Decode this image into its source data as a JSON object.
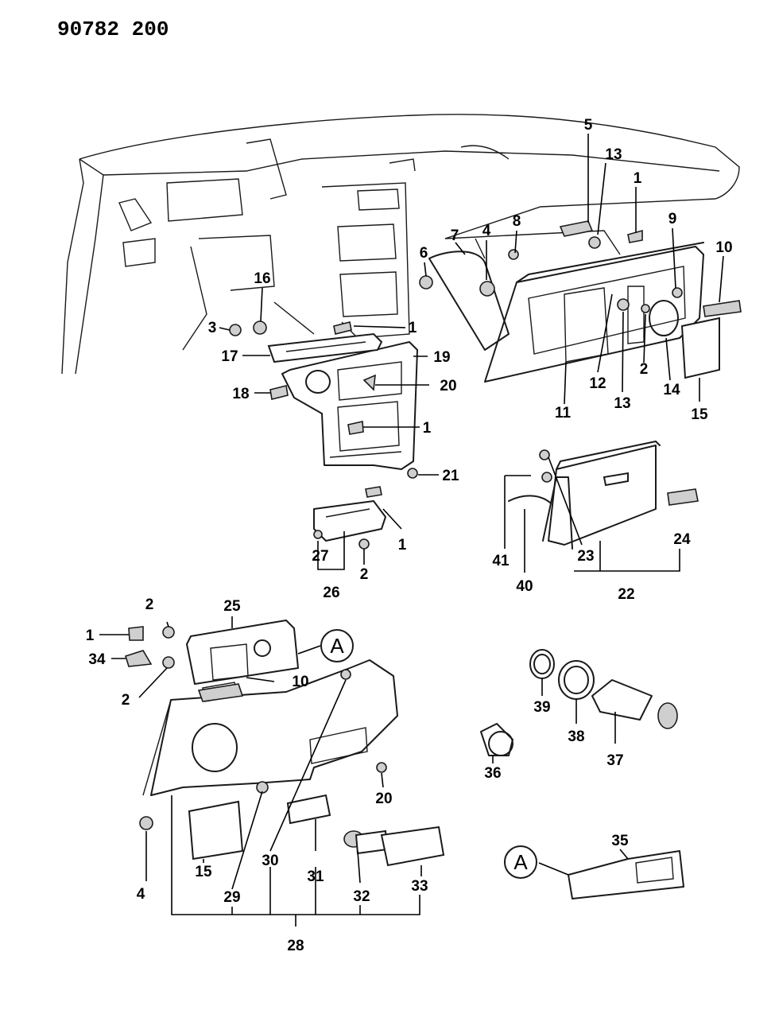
{
  "document_number": "90782 200",
  "reference_marker": "A",
  "callouts": {
    "c1a": "1",
    "c1b": "1",
    "c1c": "1",
    "c1d": "1",
    "c1e": "1",
    "c2a": "2",
    "c2b": "2",
    "c2c": "2",
    "c2d": "2",
    "c3": "3",
    "c4a": "4",
    "c4b": "4",
    "c5": "5",
    "c6": "6",
    "c7": "7",
    "c8": "8",
    "c9": "9",
    "c10a": "10",
    "c10b": "10",
    "c11": "11",
    "c12": "12",
    "c13a": "13",
    "c13b": "13",
    "c14": "14",
    "c15a": "15",
    "c15b": "15",
    "c16": "16",
    "c17": "17",
    "c18": "18",
    "c19": "19",
    "c20a": "20",
    "c20b": "20",
    "c21": "21",
    "c22": "22",
    "c23": "23",
    "c24": "24",
    "c25": "25",
    "c26": "26",
    "c27": "27",
    "c28": "28",
    "c29": "29",
    "c30": "30",
    "c31": "31",
    "c32": "32",
    "c33": "33",
    "c34": "34",
    "c35": "35",
    "c36": "36",
    "c37": "37",
    "c38": "38",
    "c39": "39",
    "c40": "40",
    "c41": "41"
  }
}
